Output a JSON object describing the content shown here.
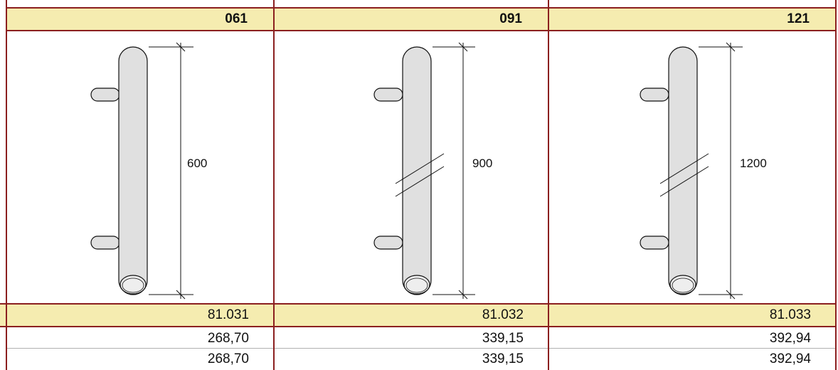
{
  "columns": [
    {
      "model": "061",
      "length_label": "600",
      "article_no": "81.031",
      "price_1": "268,70",
      "price_2": "268,70",
      "break_marks": false
    },
    {
      "model": "091",
      "length_label": "900",
      "article_no": "81.032",
      "price_1": "339,15",
      "price_2": "339,15",
      "break_marks": true
    },
    {
      "model": "121",
      "length_label": "1200",
      "article_no": "81.033",
      "price_1": "392,94",
      "price_2": "392,94",
      "break_marks": true
    }
  ],
  "colors": {
    "header_fill": "#f5ecb0",
    "rule": "#8b1f1f",
    "bar_fill": "#e0e0e0"
  }
}
